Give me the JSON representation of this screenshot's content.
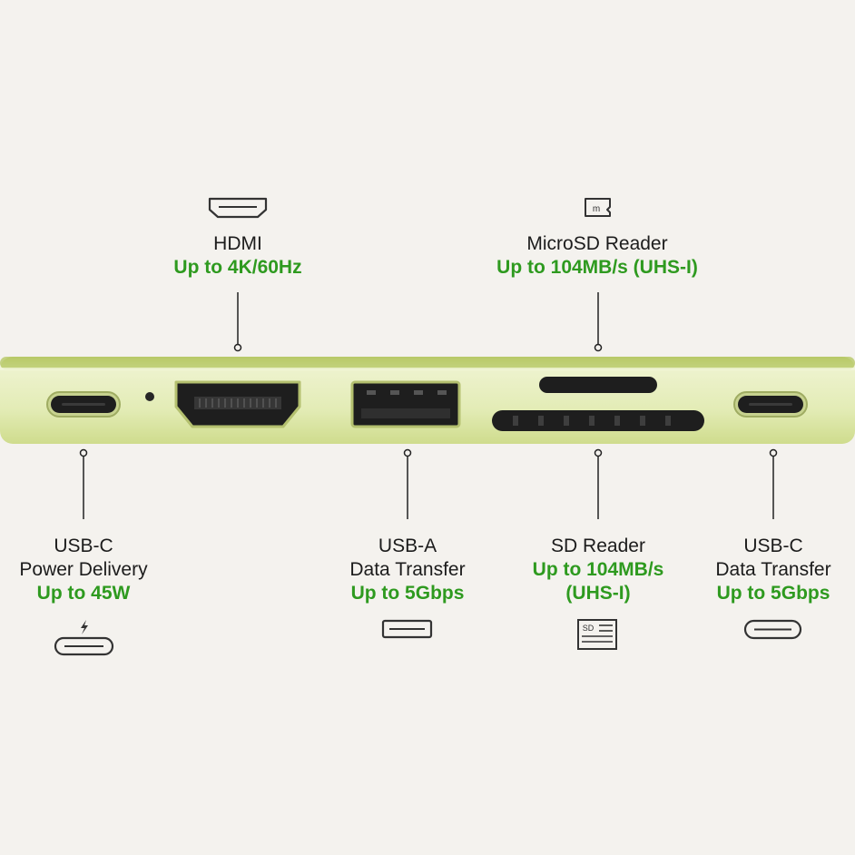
{
  "colors": {
    "background": "#f4f2ee",
    "hub_body": "#e3ecb4",
    "hub_edge": "#b9c96a",
    "spec_green": "#2e9a1f",
    "port_dark": "#1e1e1e"
  },
  "ports": {
    "hdmi": {
      "icon": "hdmi-icon",
      "name": "HDMI",
      "spec": "Up to 4K/60Hz"
    },
    "microsd": {
      "icon": "microsd-icon",
      "icon_letter": "m",
      "name": "MicroSD Reader",
      "spec": "Up to 104MB/s (UHS-I)"
    },
    "usbc_pd": {
      "icon": "usbc-lightning-icon",
      "name_line1": "USB-C",
      "name_line2": "Power Delivery",
      "spec": "Up to 45W"
    },
    "usba": {
      "icon": "usba-icon",
      "name_line1": "USB-A",
      "name_line2": "Data Transfer",
      "spec": "Up to 5Gbps"
    },
    "sd": {
      "icon": "sd-card-icon",
      "icon_letters": "SD",
      "name": "SD Reader",
      "spec_line1": "Up to 104MB/s",
      "spec_line2": "(UHS-I)"
    },
    "usbc_data": {
      "icon": "usbc-icon",
      "name_line1": "USB-C",
      "name_line2": "Data Transfer",
      "spec": "Up to 5Gbps"
    }
  }
}
